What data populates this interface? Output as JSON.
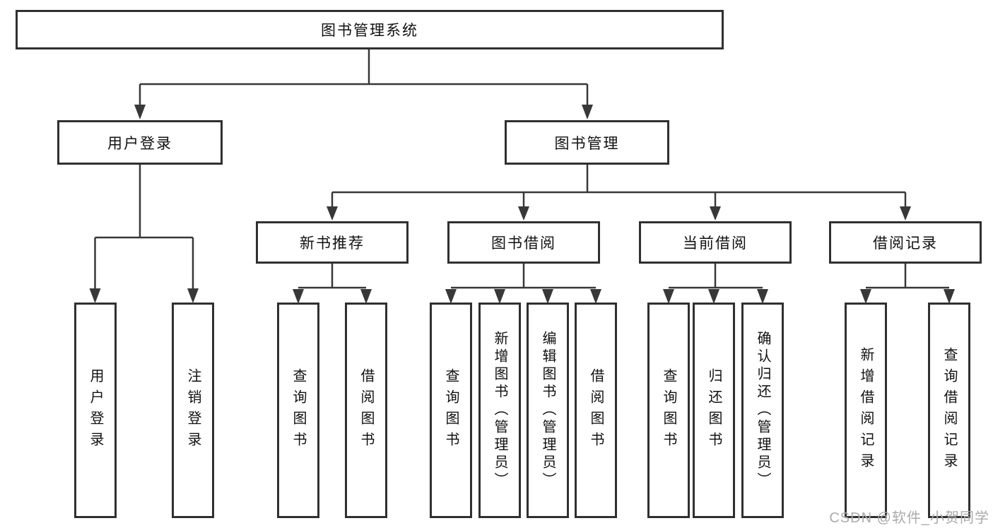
{
  "diagram": {
    "type": "tree",
    "watermark": "CSDN @软件_小贺同学",
    "colors": {
      "line": "#383838",
      "border": "#303030",
      "text": "#111111",
      "watermark": "#ababab",
      "bg": "#ffffff"
    },
    "nodes": {
      "root": {
        "label": "图书管理系统"
      },
      "level2": [
        {
          "label": "用户登录",
          "parent": "图书管理系统"
        },
        {
          "label": "图书管理",
          "parent": "图书管理系统"
        }
      ],
      "level3": [
        {
          "label": "新书推荐",
          "parent": "图书管理"
        },
        {
          "label": "图书借阅",
          "parent": "图书管理"
        },
        {
          "label": "当前借阅",
          "parent": "图书管理"
        },
        {
          "label": "借阅记录",
          "parent": "图书管理"
        }
      ],
      "leaves": [
        {
          "label": "用户登录",
          "parent": "用户登录"
        },
        {
          "label": "注销登录",
          "parent": "用户登录"
        },
        {
          "label": "查询图书",
          "parent": "新书推荐"
        },
        {
          "label": "借阅图书",
          "parent": "新书推荐"
        },
        {
          "label": "查询图书",
          "parent": "图书借阅"
        },
        {
          "label": "新增图书（管理员）",
          "parent": "图书借阅"
        },
        {
          "label": "编辑图书（管理员）",
          "parent": "图书借阅"
        },
        {
          "label": "借阅图书",
          "parent": "图书借阅"
        },
        {
          "label": "查询图书",
          "parent": "当前借阅"
        },
        {
          "label": "归还图书",
          "parent": "当前借阅"
        },
        {
          "label": "确认归还（管理员）",
          "parent": "当前借阅"
        },
        {
          "label": "新增借阅记录",
          "parent": "借阅记录"
        },
        {
          "label": "查询借阅记录",
          "parent": "借阅记录"
        }
      ]
    }
  }
}
